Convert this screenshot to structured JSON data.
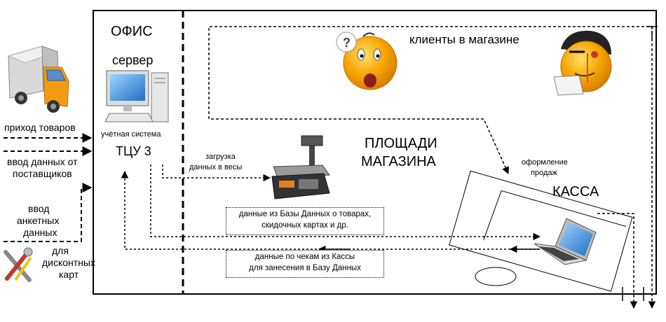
{
  "labels": {
    "office": "ОФИС",
    "server": "сервер",
    "accounting_system": "учётная система",
    "tsu": "ТЦУ 3",
    "clients": "клиенты в магазине",
    "store_areas_line1": "ПЛОЩАДИ",
    "store_areas_line2": "МАГАЗИНА",
    "sales_line1": "оформление",
    "sales_line2": "продаж",
    "kassa": "КАССА",
    "scales_line1": "загрузка",
    "scales_line2": "данных в весы",
    "goods_in": "приход  товаров",
    "suppliers_line1": "ввод данных от",
    "suppliers_line2": "поставщиков",
    "survey_line1": "ввод",
    "survey_line2": "анкетных",
    "survey_line3": "данных",
    "discount_line1": "для",
    "discount_line2": "дисконтных",
    "discount_line3": "карт",
    "db_to_pos_line1": "данные из Базы Данных о товарах,",
    "db_to_pos_line2": "скидочных картах и др.",
    "pos_to_db_line1": "данные по чекам из Кассы",
    "pos_to_db_line2": "для занесения в Базу Данных"
  },
  "icons": {
    "truck": "truck-icon",
    "server": "computer-icon",
    "scales": "scales-icon",
    "confused_client": "confused-smiley-icon",
    "shopper_client": "shopper-smiley-icon",
    "laptop": "laptop-icon",
    "tools": "tools-icon"
  },
  "colors": {
    "smiley": "#f5a300",
    "truck_cab": "#f39c12",
    "line": "#000000"
  }
}
